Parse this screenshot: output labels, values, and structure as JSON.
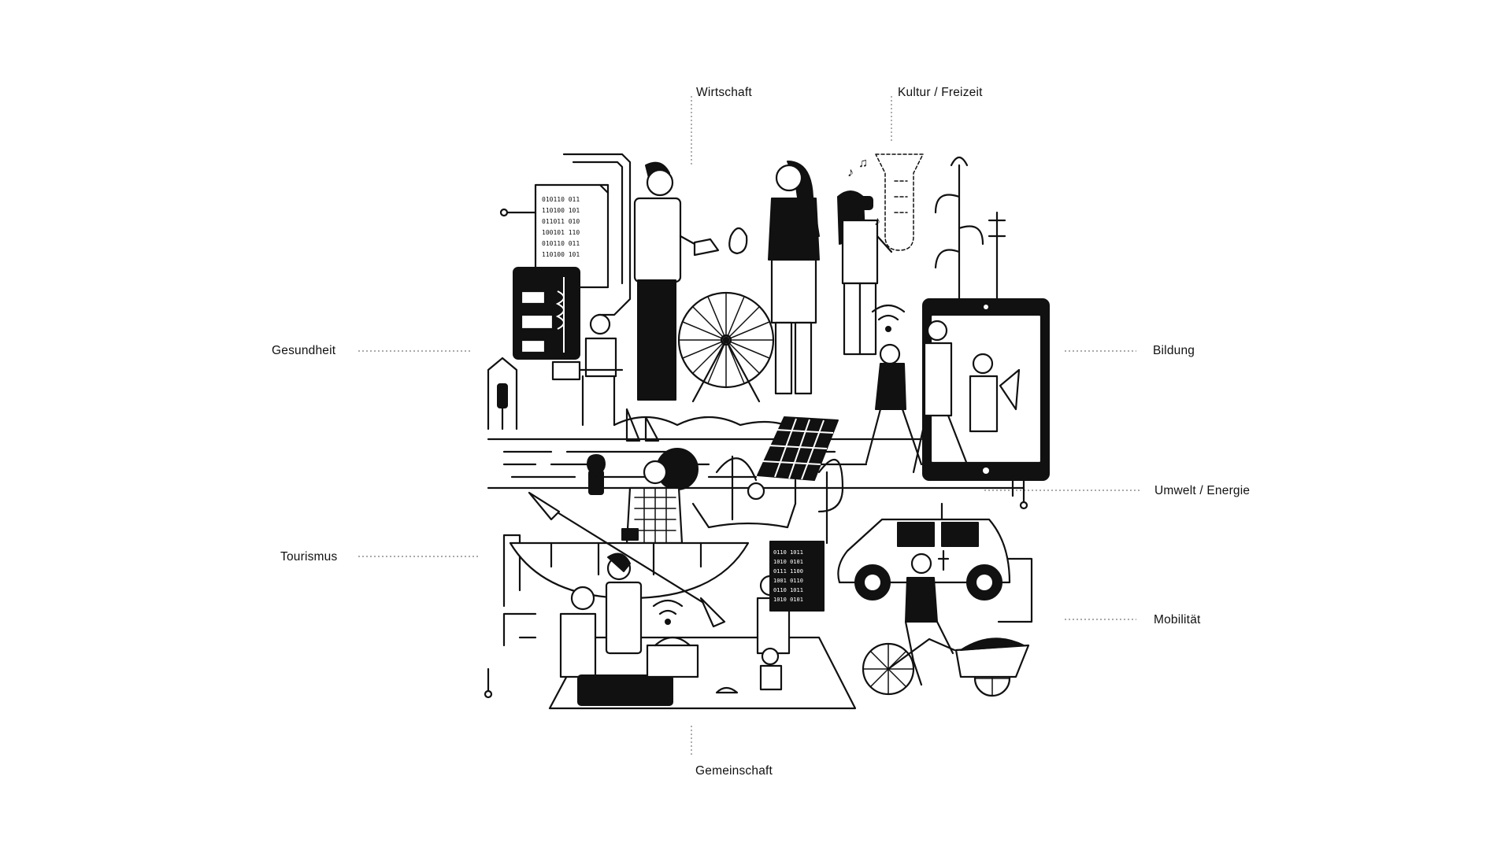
{
  "labels": {
    "wirtschaft": "Wirtschaft",
    "kultur": "Kultur / Freizeit",
    "gesundheit": "Gesundheit",
    "bildung": "Bildung",
    "umwelt": "Umwelt / Energie",
    "tourismus": "Tourismus",
    "mobilitaet": "Mobilität",
    "gemeinschaft": "Gemeinschaft"
  },
  "colors": {
    "ink": "#111111",
    "background": "#ffffff",
    "leader": "#777777"
  }
}
